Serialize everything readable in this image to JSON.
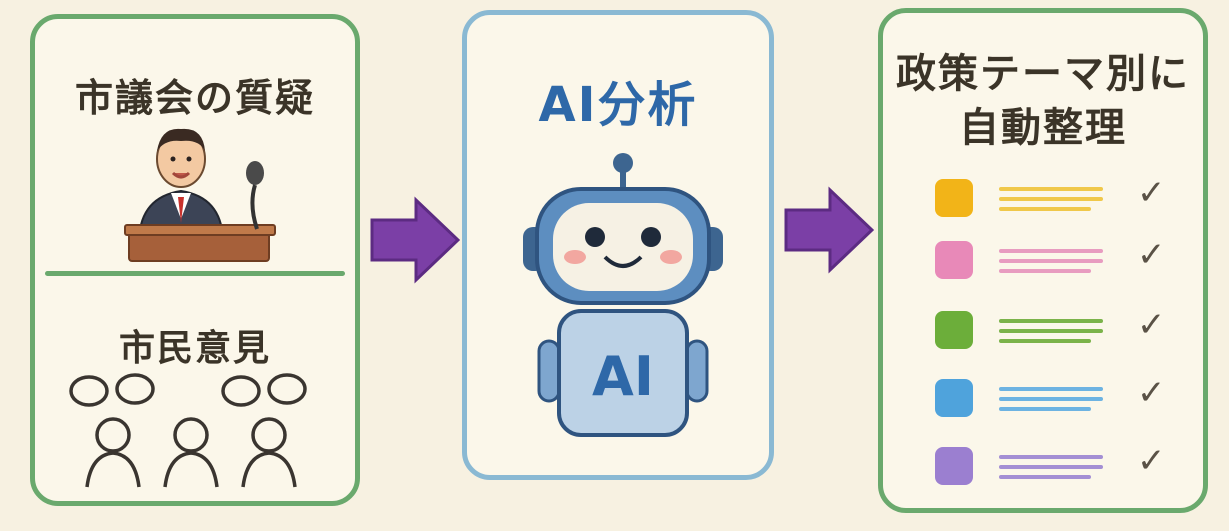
{
  "left_panel": {
    "title": "市議会の質疑",
    "subtitle": "市民意見"
  },
  "middle_panel": {
    "title": "AI分析",
    "robot_label": "AI"
  },
  "right_panel": {
    "title_line1": "政策テーマ別に",
    "title_line2": "自動整理",
    "rows": [
      {
        "color": "#f2b418",
        "line_color": "#f0c84a",
        "check": "✓"
      },
      {
        "color": "#e889b8",
        "line_color": "#e89cc0",
        "check": "✓"
      },
      {
        "color": "#6cae3a",
        "line_color": "#7bb34a",
        "check": "✓"
      },
      {
        "color": "#4fa3dc",
        "line_color": "#6db3e2",
        "check": "✓"
      },
      {
        "color": "#9b7fd0",
        "line_color": "#a48fd4",
        "check": "✓"
      }
    ]
  },
  "colors": {
    "panel_green": "#6aa96d",
    "panel_blue": "#8ab9d3",
    "arrow_purple": "#7b3fa6",
    "background": "#f7f1e1"
  },
  "icons": [
    "speaker-at-podium-icon",
    "microphone-icon",
    "citizens-group-icon",
    "robot-icon",
    "arrow-right-icon",
    "color-swatch-icon",
    "checkmark-icon"
  ]
}
